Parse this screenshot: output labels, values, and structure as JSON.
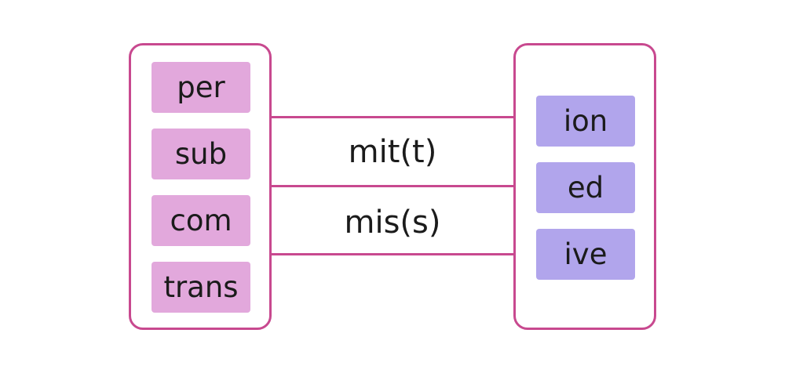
{
  "colors": {
    "border": "#c8498f",
    "prefix_fill": "#e2a8dc",
    "suffix_fill": "#b1a5ec",
    "text": "#1b1b1b"
  },
  "prefixes": [
    "per",
    "sub",
    "com",
    "trans"
  ],
  "roots": [
    "mit(t)",
    "mis(s)"
  ],
  "suffixes": [
    "ion",
    "ed",
    "ive"
  ]
}
